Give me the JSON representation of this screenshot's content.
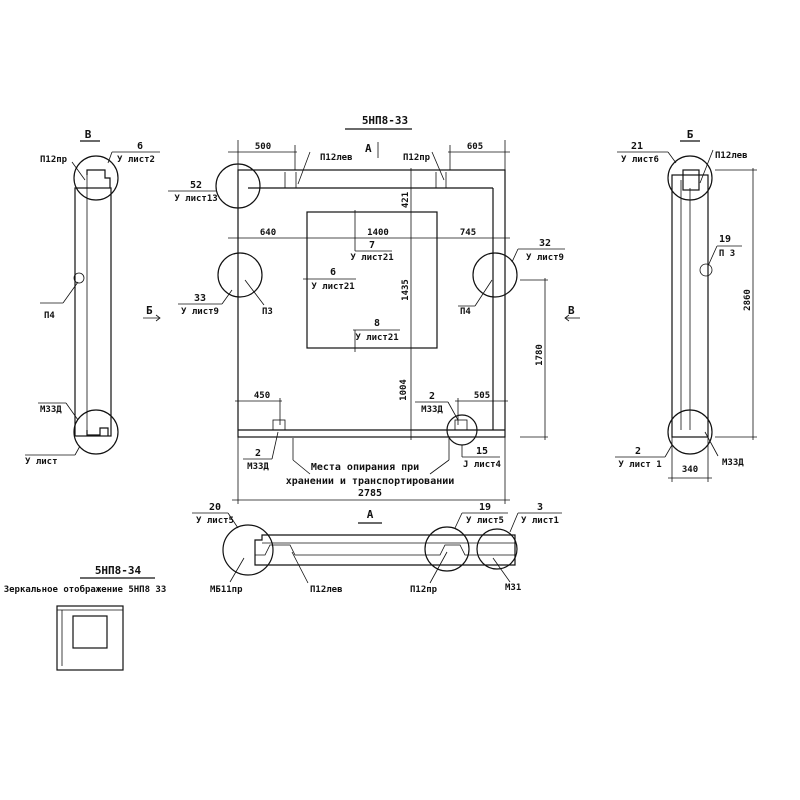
{
  "main_view": {
    "title": "5НП8-33",
    "view_marker": "А",
    "section_left": "Б",
    "section_right": "В",
    "dims": {
      "d500": "500",
      "d605": "605",
      "d421": "421",
      "d640": "640",
      "d1400": "1400",
      "d745": "745",
      "d1435": "1435",
      "d1004": "1004",
      "d1780": "1780",
      "d450": "450",
      "d505": "505",
      "d2785": "2785"
    },
    "callouts": {
      "p12lev": "П12лев",
      "p12pr": "П12пр",
      "c52_num": "52",
      "c52_ref": "У лист13",
      "c33_num": "33",
      "c33_ref": "У лист9",
      "p3": "П3",
      "c32_num": "32",
      "c32_ref": "У лист9",
      "p4": "П4",
      "c7_num": "7",
      "c7_ref": "У лист21",
      "c6_num": "6",
      "c6_ref": "У лист21",
      "c8_num": "8",
      "c8_ref": "У лист21",
      "m33d_a_num": "2",
      "m33d_a_ref": "М33Д",
      "m33d_b_num": "2",
      "m33d_b_ref": "М33Д",
      "c15_num": "15",
      "c15_ref": "J лист4"
    },
    "note_line1": "Места опирания при",
    "note_line2": "хранении и транспортировании"
  },
  "left_view": {
    "title": "В",
    "c6_num": "6",
    "c6_ref": "У лист2",
    "p12pr": "П12пр",
    "p4": "П4",
    "m33d": "М33Д",
    "ulist": "У лист"
  },
  "right_view": {
    "title": "Б",
    "c21_num": "21",
    "c21_ref": "У лист6",
    "p12lev": "П12лев",
    "c19_num": "19",
    "c19_ref": "П 3",
    "d2860": "2860",
    "c2_num": "2",
    "c2_ref": "У лист 1",
    "m33d": "М33Д",
    "d340": "340"
  },
  "bottom_view": {
    "title": "А",
    "c20_num": "20",
    "c20_ref": "У лист5",
    "c19_num": "19",
    "c19_ref": "У лист5",
    "c3_num": "3",
    "c3_ref": "У лист1",
    "mb11pr": "МБ11пр",
    "p12lev": "П12лев",
    "p12pr": "П12пр",
    "m31": "М31"
  },
  "mirror": {
    "title": "5НП8-34",
    "caption": "Зеркальное отображение 5НП8 33"
  }
}
